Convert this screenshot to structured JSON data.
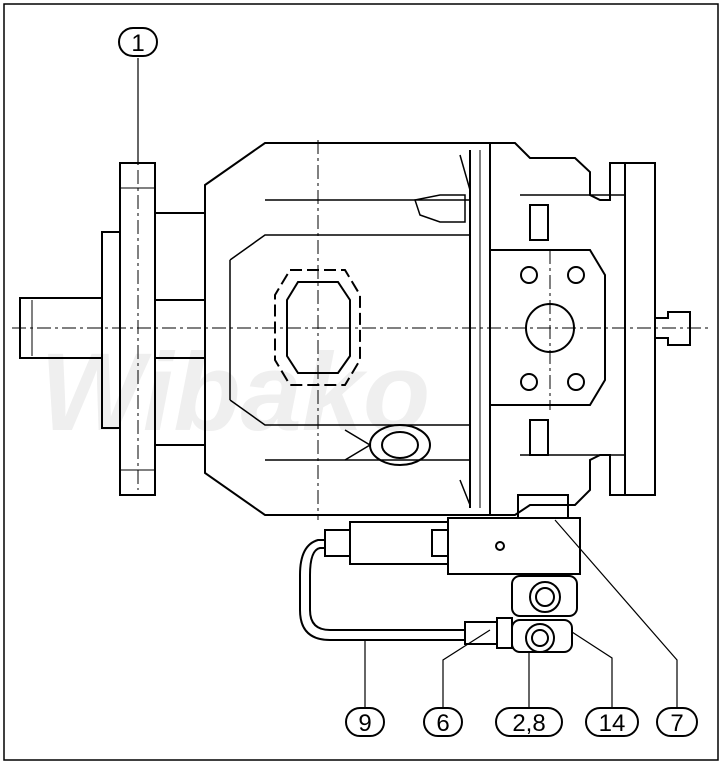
{
  "drawing": {
    "watermark": "Wibako",
    "callouts": [
      {
        "id": "1"
      },
      {
        "id": "9"
      },
      {
        "id": "6"
      },
      {
        "id": "2,8"
      },
      {
        "id": "14"
      },
      {
        "id": "7"
      }
    ]
  },
  "colors": {
    "line": "#000000",
    "background": "#ffffff",
    "watermark": "#eeeeee"
  }
}
